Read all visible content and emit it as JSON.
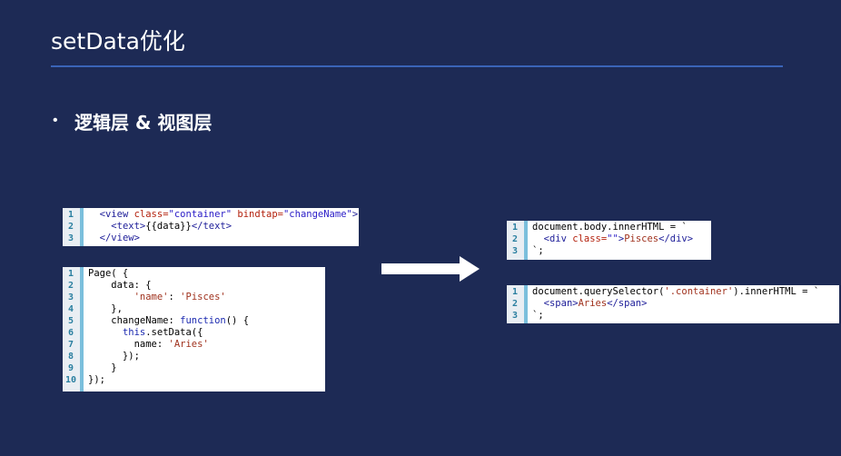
{
  "slide": {
    "title": "setData优化",
    "bullet": "逻辑层 & 视图层"
  },
  "colors": {
    "background": "#1d2a55",
    "rule": "#3a64b8",
    "gutter_bar": "#7bbfdc"
  },
  "icons": {
    "arrow": "right-arrow-icon"
  },
  "code_wxml": {
    "lines": [
      {
        "num": "1",
        "parts": [
          [
            "  ",
            ""
          ],
          [
            "<view ",
            "tag"
          ],
          [
            "class=",
            "attr"
          ],
          [
            "\"container\"",
            "str"
          ],
          [
            " ",
            ""
          ],
          [
            "bindtap=",
            "attr"
          ],
          [
            "\"changeName\"",
            "str"
          ],
          [
            ">",
            "tag"
          ]
        ]
      },
      {
        "num": "2",
        "parts": [
          [
            "    ",
            ""
          ],
          [
            "<text>",
            "tag"
          ],
          [
            "{{data}}",
            ""
          ],
          [
            "</text>",
            "tag"
          ]
        ]
      },
      {
        "num": "3",
        "parts": [
          [
            "  ",
            ""
          ],
          [
            "</view>",
            "tag"
          ]
        ]
      }
    ]
  },
  "code_js": {
    "lines": [
      {
        "num": "1",
        "parts": [
          [
            "Page( {",
            ""
          ]
        ]
      },
      {
        "num": "2",
        "parts": [
          [
            "    data: {",
            ""
          ]
        ]
      },
      {
        "num": "3",
        "parts": [
          [
            "        ",
            ""
          ],
          [
            "'name'",
            "jstr"
          ],
          [
            ": ",
            ""
          ],
          [
            "'Pisces'",
            "jstr"
          ]
        ]
      },
      {
        "num": "4",
        "parts": [
          [
            "    },",
            ""
          ]
        ]
      },
      {
        "num": "5",
        "parts": [
          [
            "    changeName: ",
            ""
          ],
          [
            "function",
            "kw"
          ],
          [
            "() {",
            ""
          ]
        ]
      },
      {
        "num": "6",
        "parts": [
          [
            "      ",
            ""
          ],
          [
            "this",
            "kw"
          ],
          [
            ".setData({",
            ""
          ]
        ]
      },
      {
        "num": "7",
        "parts": [
          [
            "        name: ",
            ""
          ],
          [
            "'Aries'",
            "jstr"
          ]
        ]
      },
      {
        "num": "8",
        "parts": [
          [
            "      });",
            ""
          ]
        ]
      },
      {
        "num": "9",
        "parts": [
          [
            "    }",
            ""
          ]
        ]
      },
      {
        "num": "10",
        "parts": [
          [
            "});",
            ""
          ]
        ]
      }
    ]
  },
  "code_body": {
    "lines": [
      {
        "num": "1",
        "parts": [
          [
            "document.body.innerHTML = `",
            ""
          ]
        ]
      },
      {
        "num": "2",
        "parts": [
          [
            "  ",
            ""
          ],
          [
            "<div ",
            "tag"
          ],
          [
            "class=",
            "attr"
          ],
          [
            "\"\"",
            "str"
          ],
          [
            ">",
            "tag"
          ],
          [
            "Pisces",
            "jstr"
          ],
          [
            "</div>",
            "tag"
          ]
        ]
      },
      {
        "num": "3",
        "parts": [
          [
            "`;",
            ""
          ]
        ]
      }
    ]
  },
  "code_query": {
    "lines": [
      {
        "num": "1",
        "parts": [
          [
            "document.querySelector(",
            ""
          ],
          [
            "'.container'",
            "jstr"
          ],
          [
            ").innerHTML = `",
            ""
          ]
        ]
      },
      {
        "num": "2",
        "parts": [
          [
            "  ",
            ""
          ],
          [
            "<span>",
            "tag"
          ],
          [
            "Aries",
            "jstr"
          ],
          [
            "</span>",
            "tag"
          ]
        ]
      },
      {
        "num": "3",
        "parts": [
          [
            "`;",
            ""
          ]
        ]
      }
    ]
  }
}
